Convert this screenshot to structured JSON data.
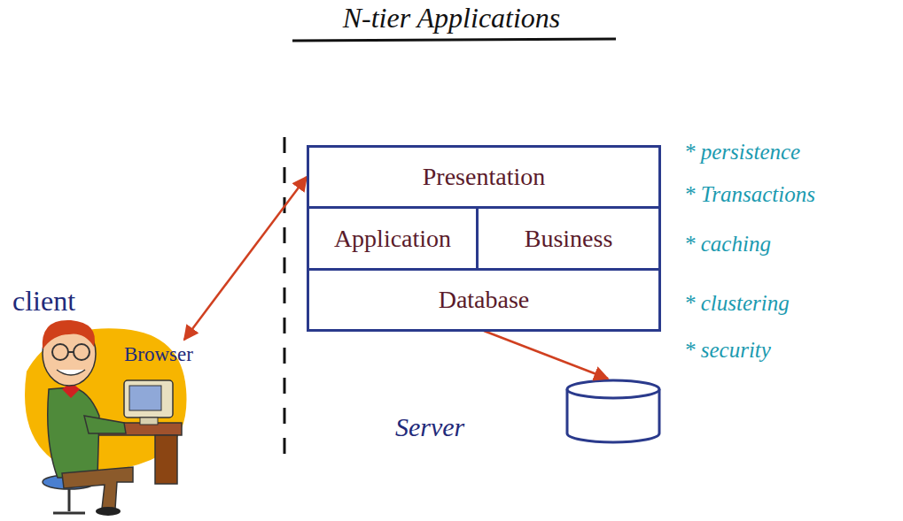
{
  "diagram": {
    "title": "N-tier Applications",
    "nodes": [
      {
        "text": [
          "Presentation"
        ]
      },
      {
        "text": [
          "Application"
        ]
      },
      {
        "text": [
          "Business"
        ]
      },
      {
        "text": [
          "Database"
        ]
      },
      {
        "text": [
          "client",
          "Browser"
        ]
      }
    ],
    "edges": [
      {
        "from": 4,
        "to": 0,
        "arrow": "both"
      }
    ],
    "labels": [
      "Server",
      "* persistence",
      "* Transactions",
      "* caching",
      "* clustering",
      "* security"
    ]
  }
}
